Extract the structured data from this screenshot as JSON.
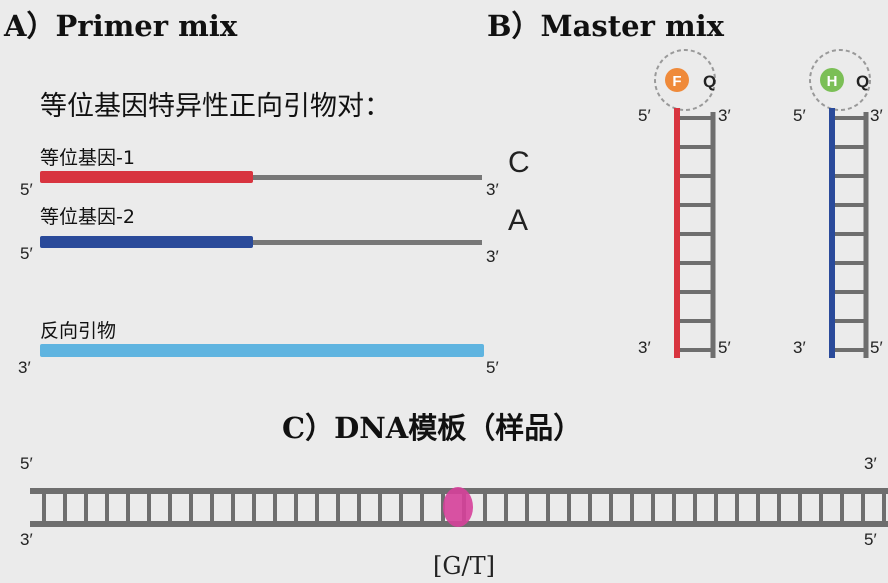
{
  "panel_a": {
    "title": "A）Primer mix",
    "heading": "等位基因特异性正向引物对：",
    "allele1_label": "等位基因-1",
    "allele1_base": "C",
    "allele2_label": "等位基因-2",
    "allele2_base": "A",
    "reverse_label": "反向引物",
    "five_prime": "5′",
    "three_prime": "3′"
  },
  "panel_b": {
    "title": "B）Master mix",
    "fam_letter": "F",
    "hex_letter": "H",
    "quencher_letter": "Q",
    "five_prime": "5′",
    "three_prime": "3′"
  },
  "panel_c": {
    "title": "C）DNA模板（样品）",
    "snp_label": "[G/T]",
    "five_prime": "5′",
    "three_prime": "3′"
  },
  "colors": {
    "allele1": "#d8343f",
    "allele2": "#2a4a9a",
    "reverse": "#5fb4e0",
    "strand": "#6e6e6e",
    "fam": "#ef8a3a",
    "hex": "#7bbf56",
    "snp": "#d6409a"
  }
}
